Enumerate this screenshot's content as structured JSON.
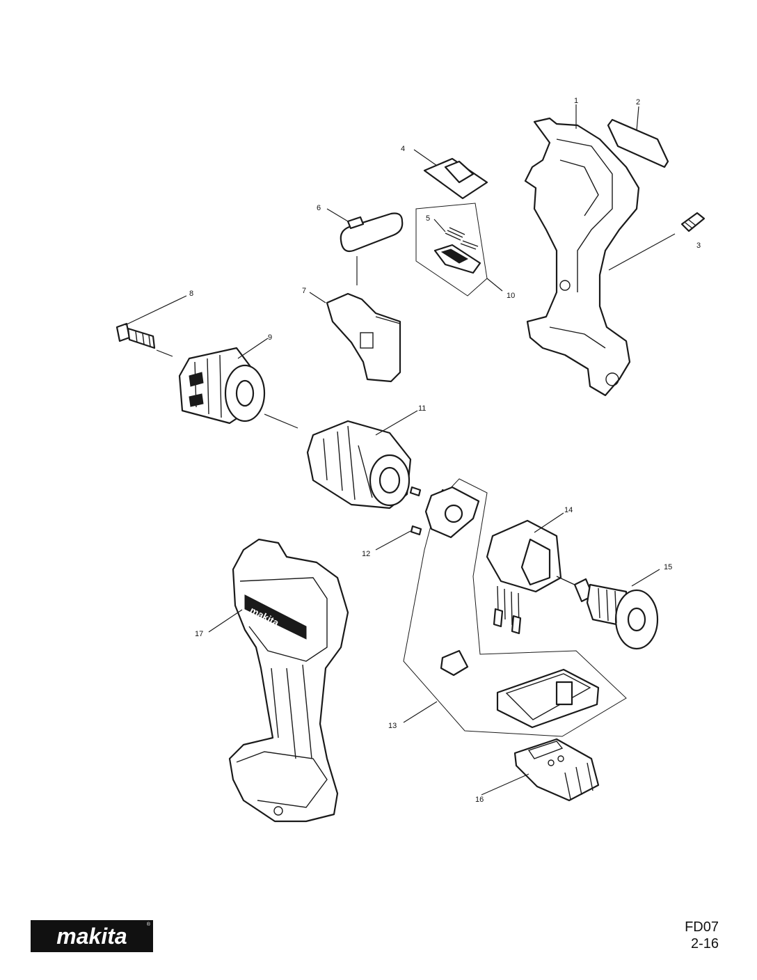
{
  "brand": {
    "logo_text": "makita",
    "registered_mark": "®"
  },
  "document": {
    "model": "FD07",
    "revision": "2-16"
  },
  "callouts": [
    {
      "id": 1,
      "label": "1"
    },
    {
      "id": 2,
      "label": "2"
    },
    {
      "id": 3,
      "label": "3"
    },
    {
      "id": 4,
      "label": "4"
    },
    {
      "id": 5,
      "label": "5"
    },
    {
      "id": 6,
      "label": "6"
    },
    {
      "id": 7,
      "label": "7"
    },
    {
      "id": 8,
      "label": "8"
    },
    {
      "id": 9,
      "label": "9"
    },
    {
      "id": 10,
      "label": "10"
    },
    {
      "id": 11,
      "label": "11"
    },
    {
      "id": 12,
      "label": "12"
    },
    {
      "id": 13,
      "label": "13"
    },
    {
      "id": 14,
      "label": "14"
    },
    {
      "id": 15,
      "label": "15"
    },
    {
      "id": 16,
      "label": "16"
    },
    {
      "id": 17,
      "label": "17"
    }
  ]
}
